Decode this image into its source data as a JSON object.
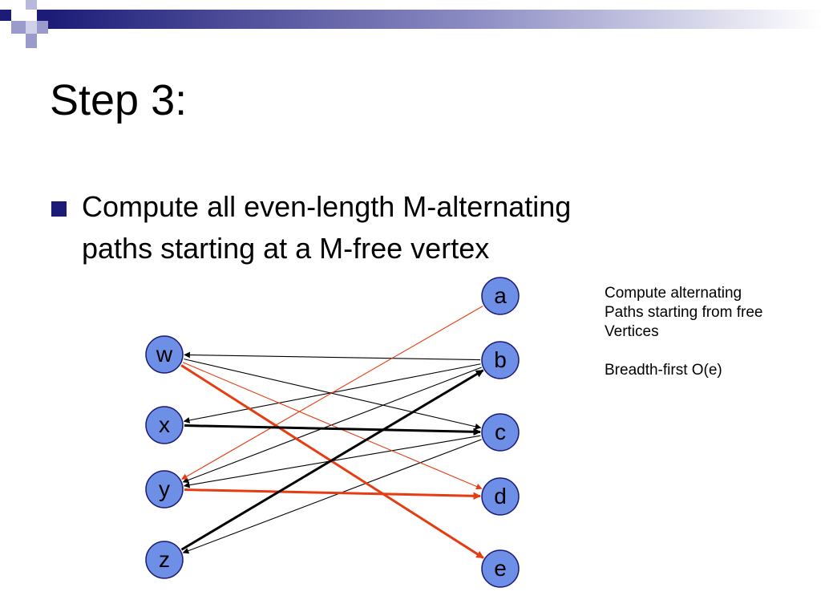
{
  "slide": {
    "title": "Step 3:",
    "bullet": {
      "icon": "square-bullet-icon",
      "line1": "Compute all even-length M-alternating",
      "line2": "paths starting at a M-free vertex"
    },
    "side_note": {
      "line1": "Compute alternating",
      "line2": "Paths starting from free",
      "line3": "Vertices",
      "line4": "Breadth-first O(e)"
    }
  },
  "colors": {
    "navy": "#1c1c78",
    "node_fill": "#6e8fe6",
    "highlight": "#e63c12",
    "edge": "#000000"
  },
  "graph": {
    "left_vertices": [
      "w",
      "x",
      "y",
      "z"
    ],
    "right_vertices": [
      "a",
      "b",
      "c",
      "d",
      "e"
    ],
    "edges": [
      {
        "from": "b",
        "to": "w",
        "style": "thin"
      },
      {
        "from": "w",
        "to": "c",
        "style": "thin"
      },
      {
        "from": "b",
        "to": "x",
        "style": "thin"
      },
      {
        "from": "b",
        "to": "y",
        "style": "thin"
      },
      {
        "from": "c",
        "to": "y",
        "style": "thin"
      },
      {
        "from": "c",
        "to": "z",
        "style": "thin"
      },
      {
        "from": "a",
        "to": "y",
        "style": "highlight-thin"
      },
      {
        "from": "w",
        "to": "d",
        "style": "highlight-thin"
      },
      {
        "from": "w",
        "to": "e",
        "style": "highlight-bold"
      },
      {
        "from": "y",
        "to": "d",
        "style": "highlight-bold"
      },
      {
        "from": "x",
        "to": "c",
        "style": "bold"
      },
      {
        "from": "z",
        "to": "b",
        "style": "bold"
      }
    ]
  }
}
